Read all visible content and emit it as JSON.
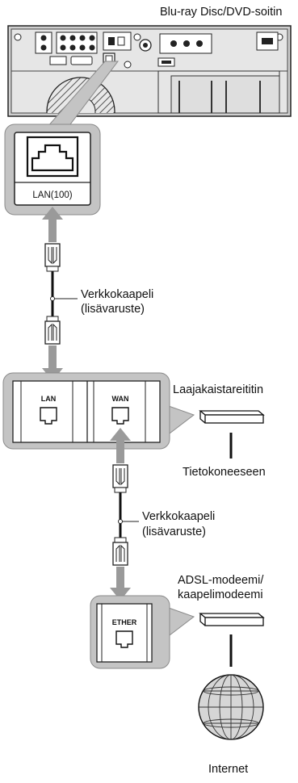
{
  "labels": {
    "player": "Blu-ray Disc/DVD-soitin",
    "lan100": "LAN(100)",
    "cable1_line1": "Verkkokaapeli",
    "cable1_line2": "(lisävaruste)",
    "router": "Laajakaistareititin",
    "to_computer": "Tietokoneeseen",
    "cable2_line1": "Verkkokaapeli",
    "cable2_line2": "(lisävaruste)",
    "modem_line1": "ADSL-modeemi/",
    "modem_line2": "kaapelimodeemi",
    "internet": "Internet"
  },
  "ports": {
    "lan": "LAN",
    "wan": "WAN",
    "ether": "ETHER"
  },
  "colors": {
    "callout_fill": "#c4c4c4",
    "callout_stroke": "#8a8a8a",
    "arrow": "#9a9a9a",
    "panel_dark": "#3a3a3a"
  }
}
